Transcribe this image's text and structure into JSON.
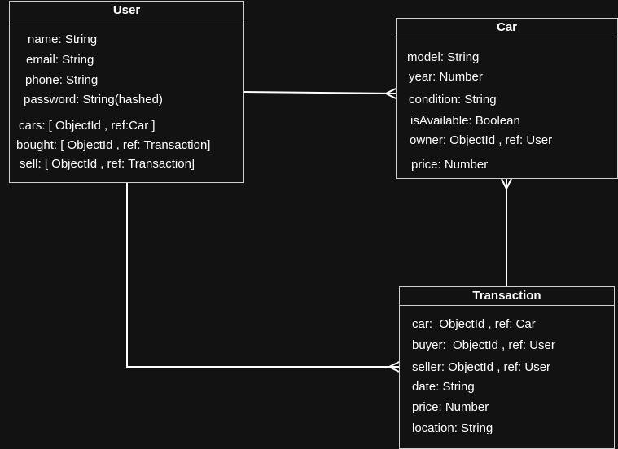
{
  "entities": {
    "user": {
      "title": "User",
      "fields": [
        "name: String",
        "email: String",
        "phone: String",
        "password: String(hashed)",
        "cars: [ ObjectId , ref:Car ]",
        "bought: [ ObjectId , ref: Transaction]",
        "sell: [ ObjectId , ref: Transaction]"
      ]
    },
    "car": {
      "title": "Car",
      "fields": [
        "model: String",
        "year: Number",
        "condition: String",
        "isAvailable: Boolean",
        "owner: ObjectId , ref: User",
        "price: Number"
      ]
    },
    "transaction": {
      "title": "Transaction",
      "fields": [
        "car:  ObjectId , ref: Car",
        "buyer:  ObjectId , ref: User",
        "seller: ObjectId , ref: User",
        "date: String",
        "price: Number",
        "location: String"
      ]
    }
  },
  "colors": {
    "background": "#121212",
    "border": "#cfcfcf",
    "connector": "#ffffff",
    "text": "#ffffff"
  }
}
